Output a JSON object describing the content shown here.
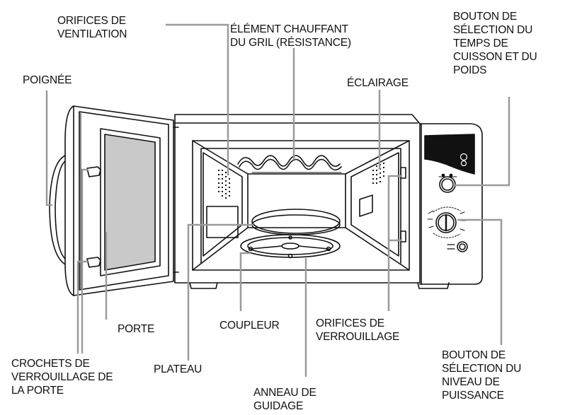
{
  "labels": {
    "orifices_ventilation": [
      "ORIFICES DE",
      "VENTILATION"
    ],
    "element_chauffant": [
      "ÉLÉMENT CHAUFFANT",
      "DU GRIL (RÉSISTANCE)"
    ],
    "bouton_temps": [
      "BOUTON DE",
      "SÉLECTION DU",
      "TEMPS DE",
      "CUISSON ET DU",
      "POIDS"
    ],
    "poignee": [
      "POIGNÉE"
    ],
    "eclairage": [
      "ÉCLAIRAGE"
    ],
    "porte": [
      "PORTE"
    ],
    "coupleur": [
      "COUPLEUR"
    ],
    "orifices_verrouillage": [
      "ORIFICES DE",
      "VERROUILLAGE"
    ],
    "crochets": [
      "CROCHETS DE",
      "VERROUILLAGE DE",
      "LA  PORTE"
    ],
    "plateau": [
      "PLATEAU"
    ],
    "anneau": [
      "ANNEAU DE",
      "GUIDAGE"
    ],
    "bouton_puissance": [
      "BOUTON DE",
      "SÉLECTION DU",
      "NIVEAU DE",
      "PUISSANCE"
    ]
  }
}
